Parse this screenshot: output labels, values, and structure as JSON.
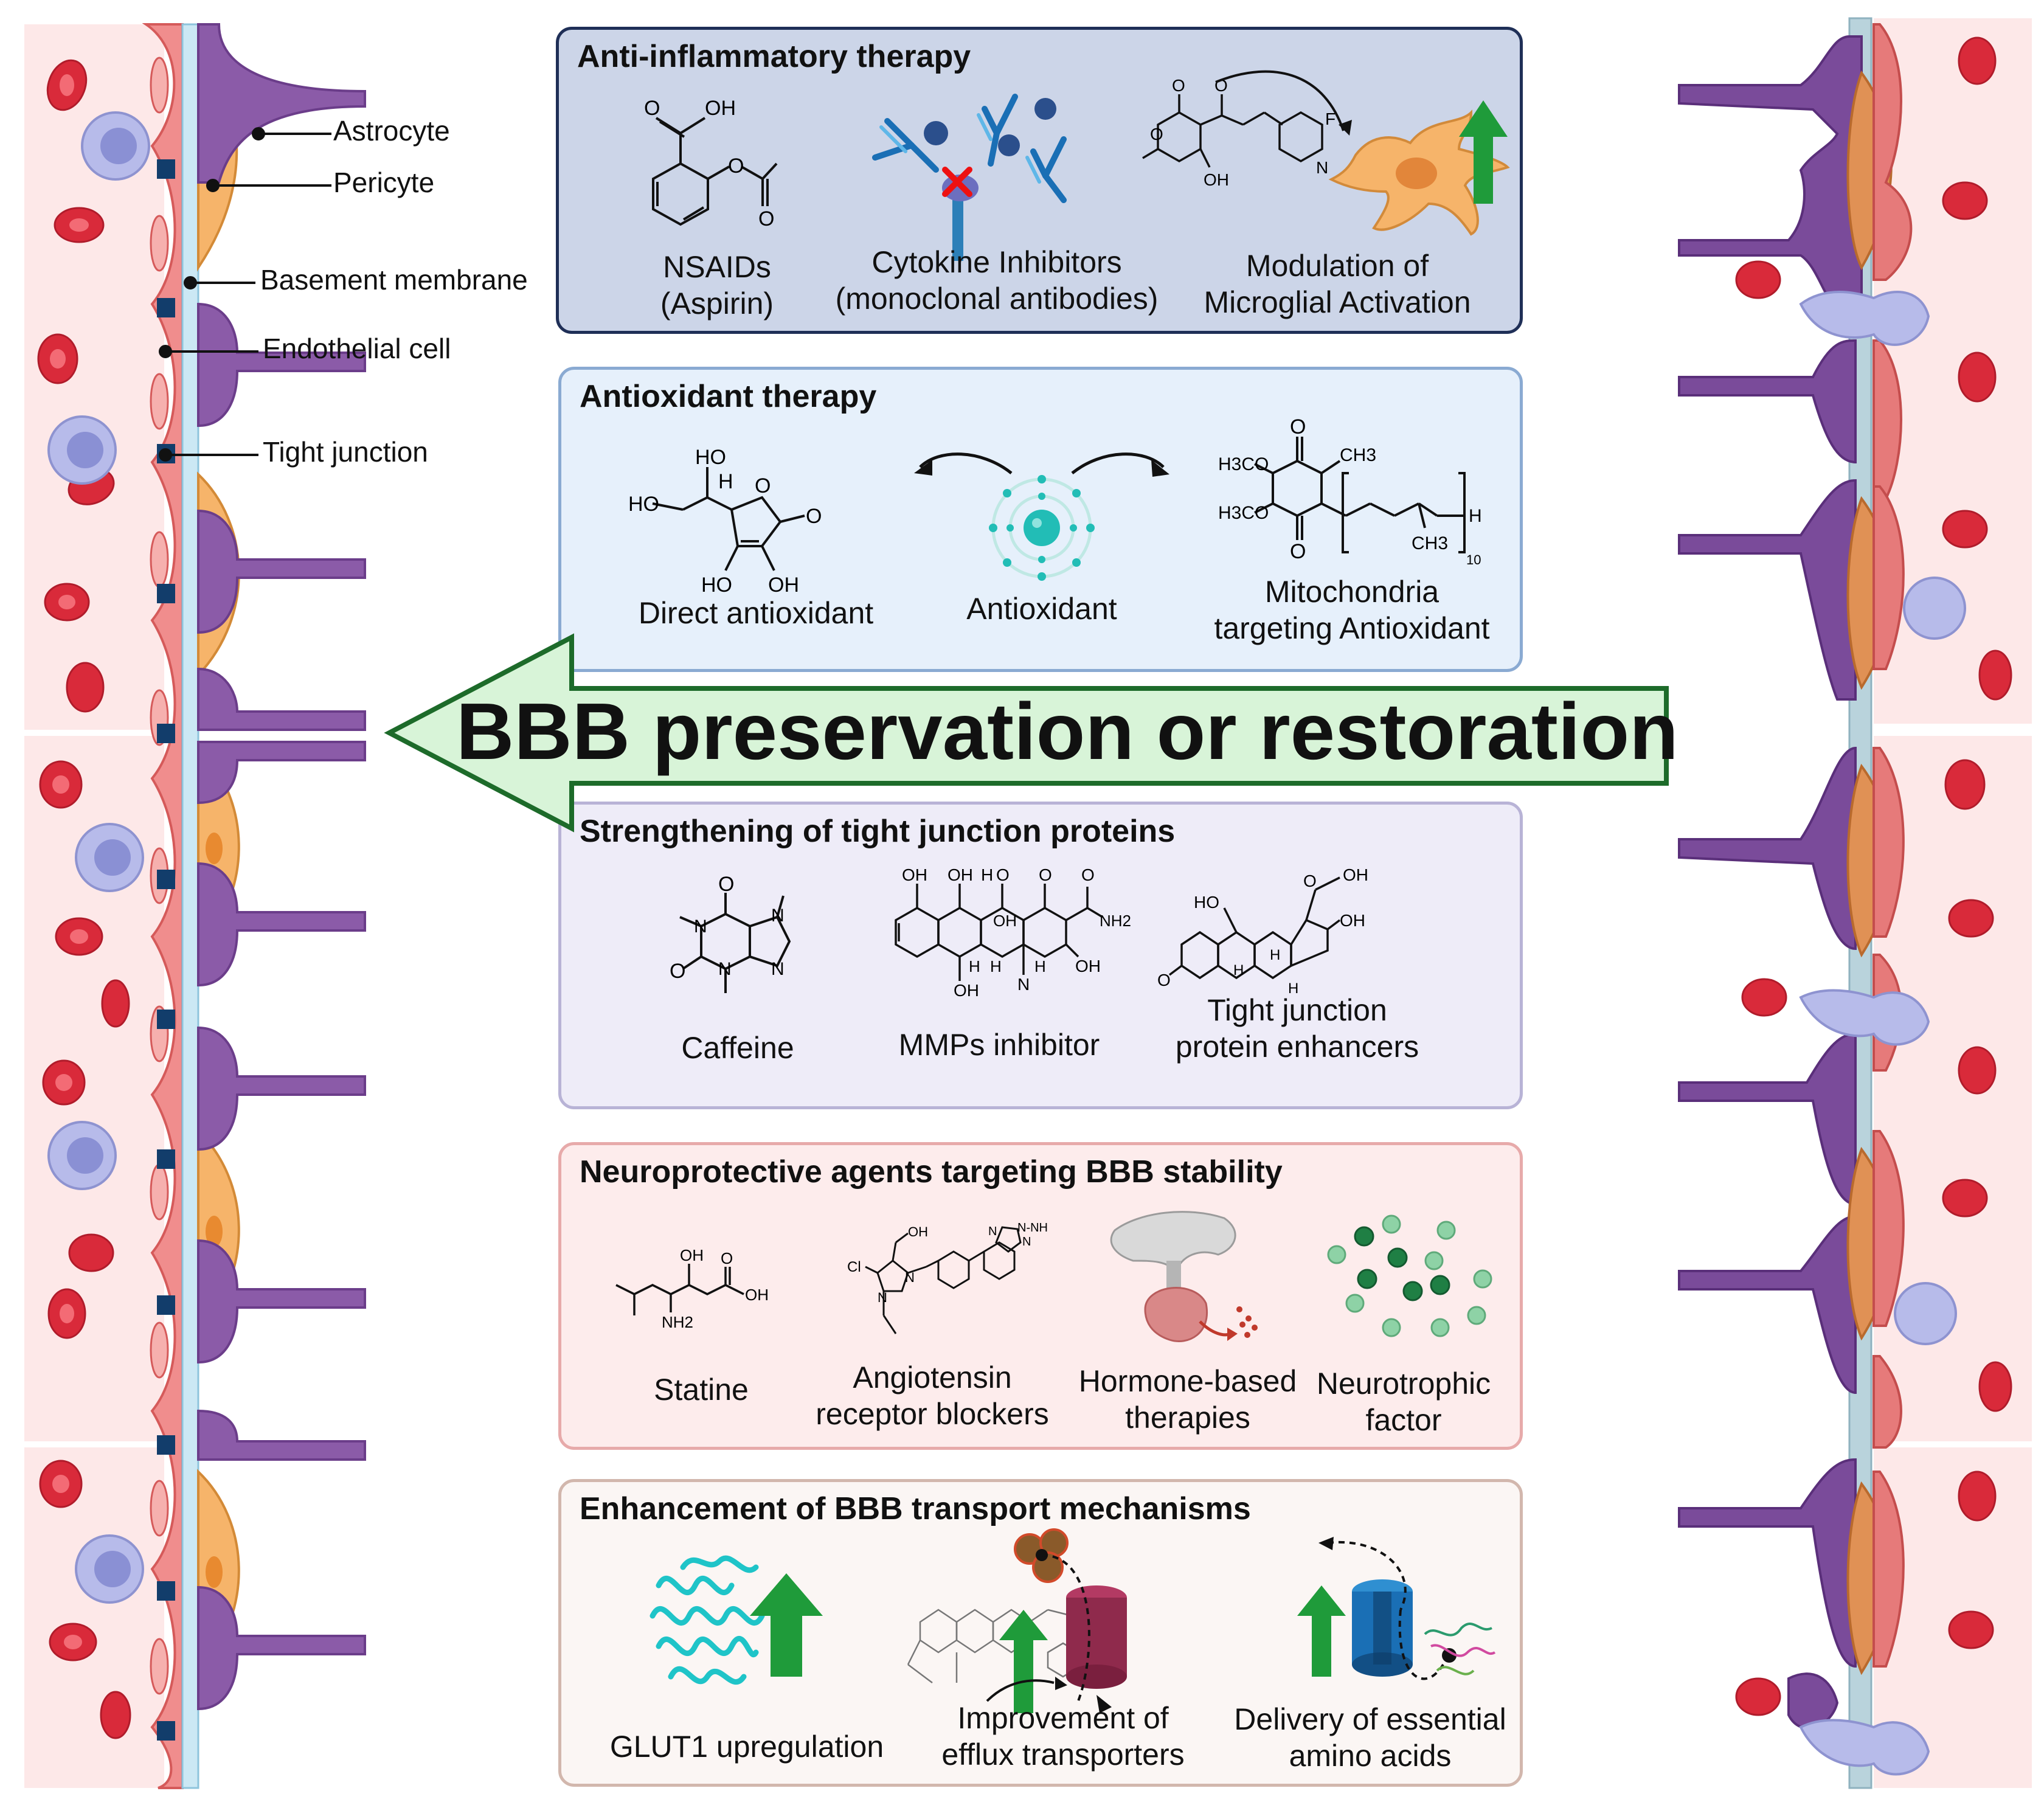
{
  "legend": {
    "astrocyte": "Astrocyte",
    "pericyte": "Pericyte",
    "basement_membrane": "Basement membrane",
    "endothelial_cell": "Endothelial cell",
    "tight_junction": "Tight junction"
  },
  "banner": {
    "text": "BBB preservation or restoration"
  },
  "panels": {
    "anti_inflammatory": {
      "title": "Anti-inflammatory therapy",
      "items": [
        "NSAIDs\n(Aspirin)",
        "Cytokine Inhibitors\n(monoclonal antibodies)",
        "Modulation of\nMicroglial Activation"
      ]
    },
    "antioxidant": {
      "title": "Antioxidant therapy",
      "items": [
        "Direct antioxidant",
        "Antioxidant",
        "Mitochondria\ntargeting Antioxidant"
      ]
    },
    "tight_junction": {
      "title": "Strengthening of  tight junction proteins",
      "items": [
        "Caffeine",
        "MMPs inhibitor",
        "Tight junction\nprotein enhancers"
      ]
    },
    "neuroprotective": {
      "title": "Neuroprotective agents targeting BBB stability",
      "items": [
        "Statine",
        "Angiotensin\nreceptor blockers",
        "Hormone-based\ntherapies",
        "Neurotrophic\nfactor"
      ]
    },
    "transport": {
      "title": "Enhancement of BBB transport mechanisms",
      "items": [
        "GLUT1 upregulation",
        "Improvement of\nefflux transporters",
        "Delivery of essential\namino acids"
      ]
    }
  },
  "colors": {
    "anti_inflammatory_bg": "#ccd5e8",
    "anti_inflammatory_border": "#1f2f57",
    "antioxidant_bg": "#e6f0fb",
    "antioxidant_border": "#8aaad2",
    "tight_junction_bg": "#eeecf8",
    "tight_junction_border": "#b8b3d6",
    "neuro_bg": "#fdecec",
    "neuro_border": "#e7aaaa",
    "transport_bg": "#fbf6f4",
    "transport_border": "#d2b7ad",
    "banner_fill": "#d8f4d8",
    "banner_border": "#1d6b2a",
    "rbc": "#d92a3a",
    "endothelial": "#f08d8d",
    "pericyte": "#f6b46a",
    "astrocyte": "#8b5ba8",
    "leukocyte": "#9aa0dc",
    "up_arrow": "#1f9b3a"
  },
  "chem_labels": {
    "aspirin_oh": "OH",
    "aspirin_o1": "O",
    "aspirin_o2": "O",
    "aspirin_o3": "O",
    "mic_o1": "O",
    "mic_o2": "O",
    "mic_o3": "O",
    "mic_oh": "OH",
    "mic_f": "F",
    "mic_n": "N",
    "vc_ho1": "HO",
    "vc_ho2": "HO",
    "vc_h": "H",
    "vc_o1": "O",
    "vc_o2": "O",
    "vc_ho3": "HO",
    "vc_oh": "OH",
    "q_o1": "O",
    "q_o2": "O",
    "q_h3co1": "H3CO",
    "q_h3co2": "H3CO",
    "q_ch3": "CH3",
    "q_ch3b": "CH3",
    "q_h": "H",
    "q_10": "10",
    "caf_o1": "O",
    "caf_o2": "O",
    "caf_n1": "N",
    "caf_n2": "N",
    "caf_n3": "N",
    "caf_n4": "N",
    "tc_oh1": "OH",
    "tc_oh2": "OH",
    "tc_o1": "O",
    "tc_oh3": "OH",
    "tc_o2": "O",
    "tc_o3": "O",
    "tc_nh2": "NH2",
    "tc_oh4": "OH",
    "tc_oh5": "OH",
    "tc_h1": "H",
    "tc_h2": "H",
    "tc_h3": "H",
    "tc_n": "N",
    "tc_h4": "H",
    "st_oh1": "OH",
    "st_o": "O",
    "st_ho": "HO",
    "st_oh2": "OH",
    "st_h1": "H",
    "st_h2": "H",
    "st_h3": "H",
    "st_o2": "O",
    "sta_oh": "OH",
    "sta_o": "O",
    "sta_oh2": "OH",
    "sta_nh2": "NH2",
    "arb_oh": "OH",
    "arb_cl": "Cl",
    "arb_n1": "N",
    "arb_n2": "N",
    "arb_nn": "N-NH",
    "arb_n3": "N",
    "arb_n4": "N"
  }
}
